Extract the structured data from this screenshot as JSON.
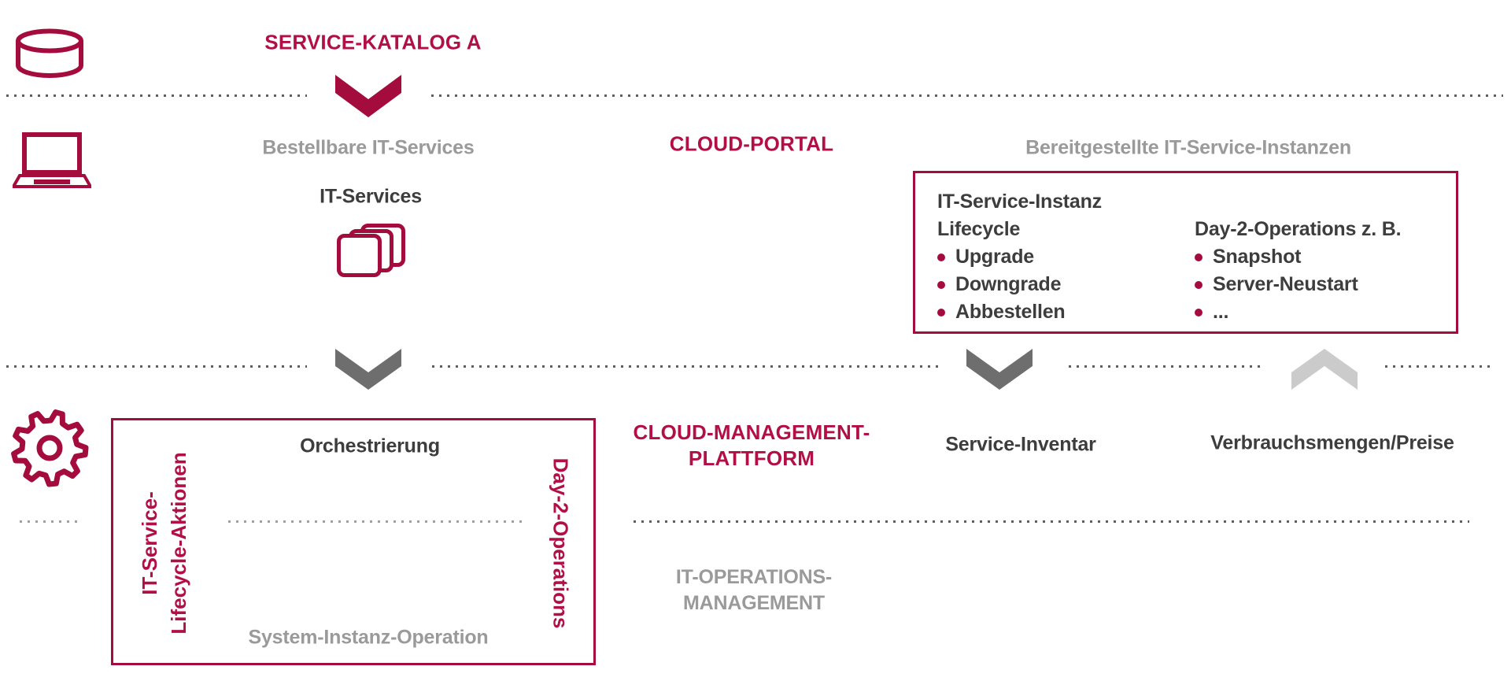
{
  "colors": {
    "accent_text": "#b30f47",
    "accent_shape": "#a40c3e",
    "gray_label": "#9a9a9a",
    "dark_text": "#3d3d3d",
    "chevron_gray": "#6e6e6e",
    "chevron_light": "#cbcbcb",
    "dotted_line": "#5f5f5f",
    "background": "#ffffff"
  },
  "labels": {
    "service_katalog": "SERVICE-KATALOG A",
    "bestellbare_it_services": "Bestellbare IT-Services",
    "cloud_portal": "CLOUD-PORTAL",
    "bereitgestellte_instanzen": "Bereitgestellte IT-Service-Instanzen",
    "it_services": "IT-Services",
    "cloud_management_line1": "CLOUD-MANAGEMENT-",
    "cloud_management_line2": "PLATTFORM",
    "service_inventar": "Service-Inventar",
    "verbrauchsmengen_preise": "Verbrauchsmengen/Preise",
    "it_operations_line1": "IT-OPERATIONS-",
    "it_operations_line2": "MANAGEMENT"
  },
  "instance_box": {
    "title": "IT-Service-Instanz",
    "columns": [
      {
        "heading": "Lifecycle",
        "items": [
          "Upgrade",
          "Downgrade",
          "Abbestellen"
        ]
      },
      {
        "heading": "Day-2-Operations z. B.",
        "items": [
          "Snapshot",
          "Server-Neustart",
          "..."
        ]
      }
    ]
  },
  "orchestration_box": {
    "title": "Orchestrierung",
    "left_vertical_line1": "IT-Service-",
    "left_vertical_line2": "Lifecycle-Aktionen",
    "right_vertical": "Day-2-Operations",
    "bottom_label": "System-Instanz-Operation"
  },
  "icons": [
    "database-icon",
    "laptop-icon",
    "stacked-cards-icon",
    "gear-icon",
    "chevron-down-icon",
    "chevron-up-icon"
  ]
}
